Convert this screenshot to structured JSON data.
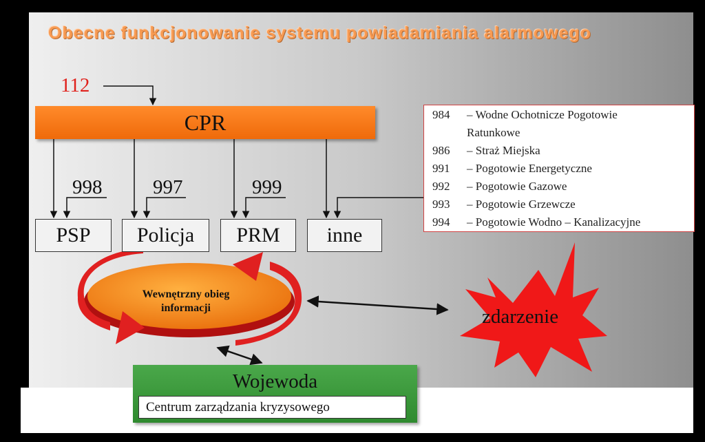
{
  "title": "Obecne funkcjonowanie systemu powiadamiania alarmowego",
  "numbers": {
    "n112": "112",
    "n998": "998",
    "n997": "997",
    "n999": "999"
  },
  "cpr_label": "CPR",
  "services": [
    "PSP",
    "Policja",
    "PRM",
    "inne"
  ],
  "legend": [
    {
      "code": "984",
      "text": "– Wodne Ochotnicze Pogotowie"
    },
    {
      "code": "",
      "text": "Ratunkowe"
    },
    {
      "code": "986",
      "text": "– Straż Miejska"
    },
    {
      "code": "991",
      "text": "– Pogotowie Energetyczne"
    },
    {
      "code": "992",
      "text": "– Pogotowie Gazowe"
    },
    {
      "code": "993",
      "text": "– Pogotowie Grzewcze"
    },
    {
      "code": "994",
      "text": "– Pogotowie Wodno – Kanalizacyjne"
    }
  ],
  "info_flow": {
    "line1": "Wewnętrzny obieg",
    "line2": "informacji"
  },
  "event_label": "zdarzenie",
  "wojewoda": {
    "title": "Wojewoda",
    "subtitle": "Centrum zarządzania kryzysowego"
  },
  "colors": {
    "title": "#f79a52",
    "cpr": "#f47a1a",
    "number_112": "#e0201b",
    "wojewoda": "#3a9a3a",
    "star": "#f01818",
    "cycle_arrow": "#e02020",
    "ellipse": "#f58a1f"
  }
}
